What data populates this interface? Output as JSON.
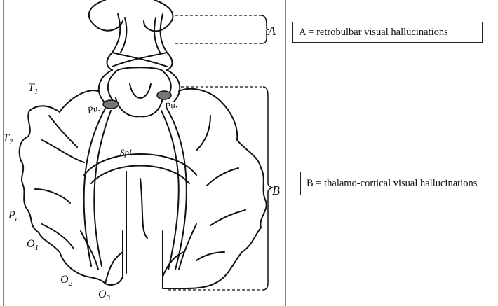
{
  "legend": {
    "a": "A = retrobulbar visual hallucinations",
    "b": "B = thalamo-cortical  visual hallucinations"
  },
  "labels": {
    "A": "A",
    "B": "B",
    "T1": "T",
    "T1_sub": "1",
    "T2": "T",
    "T2_sub": "2",
    "Pc": "P",
    "Pc_sub": "c.",
    "O1": "O",
    "O1_sub": "1",
    "O2": "O",
    "O2_sub": "2",
    "O3": "O",
    "O3_sub": "3",
    "Pu_left": "Pu.",
    "Pu_right": "Pu.",
    "Spl": "Spl."
  },
  "colors": {
    "ink": "#111111",
    "background": "#ffffff"
  }
}
